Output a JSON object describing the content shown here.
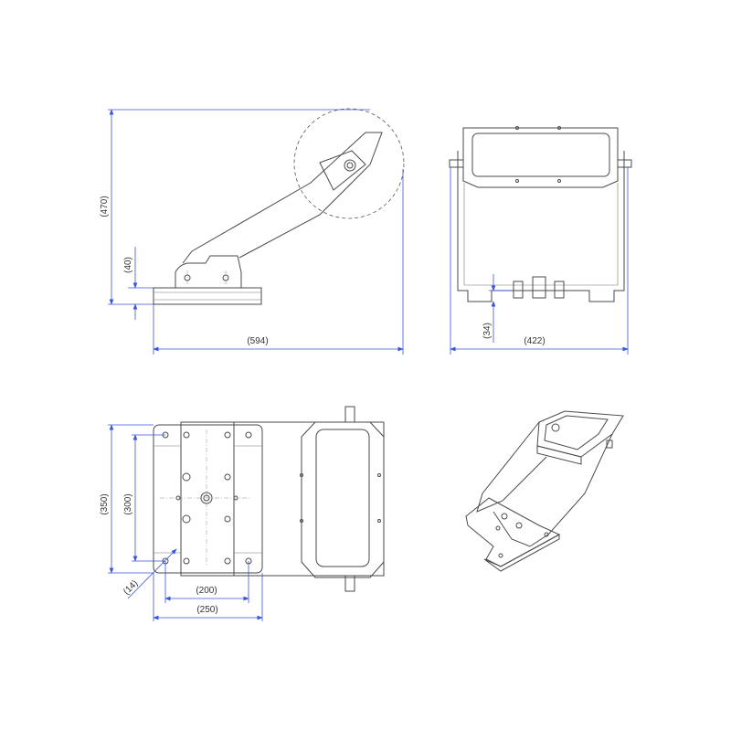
{
  "title": "Mounting bracket technical drawing",
  "colors": {
    "dimension": "#3b55d6",
    "outline": "#4a4a4a"
  },
  "views": {
    "side": {
      "dims": {
        "height": "(470)",
        "base_height": "(40)",
        "length": "(594)"
      }
    },
    "front": {
      "dims": {
        "foot_height": "(34)",
        "width": "(422)"
      }
    },
    "plan": {
      "dims": {
        "plate_depth": "(350)",
        "hole_spacing_y": "(300)",
        "hole_diameter": "(14)",
        "hole_spacing_x": "(200)",
        "plate_width": "(250)"
      }
    },
    "isometric": {}
  }
}
